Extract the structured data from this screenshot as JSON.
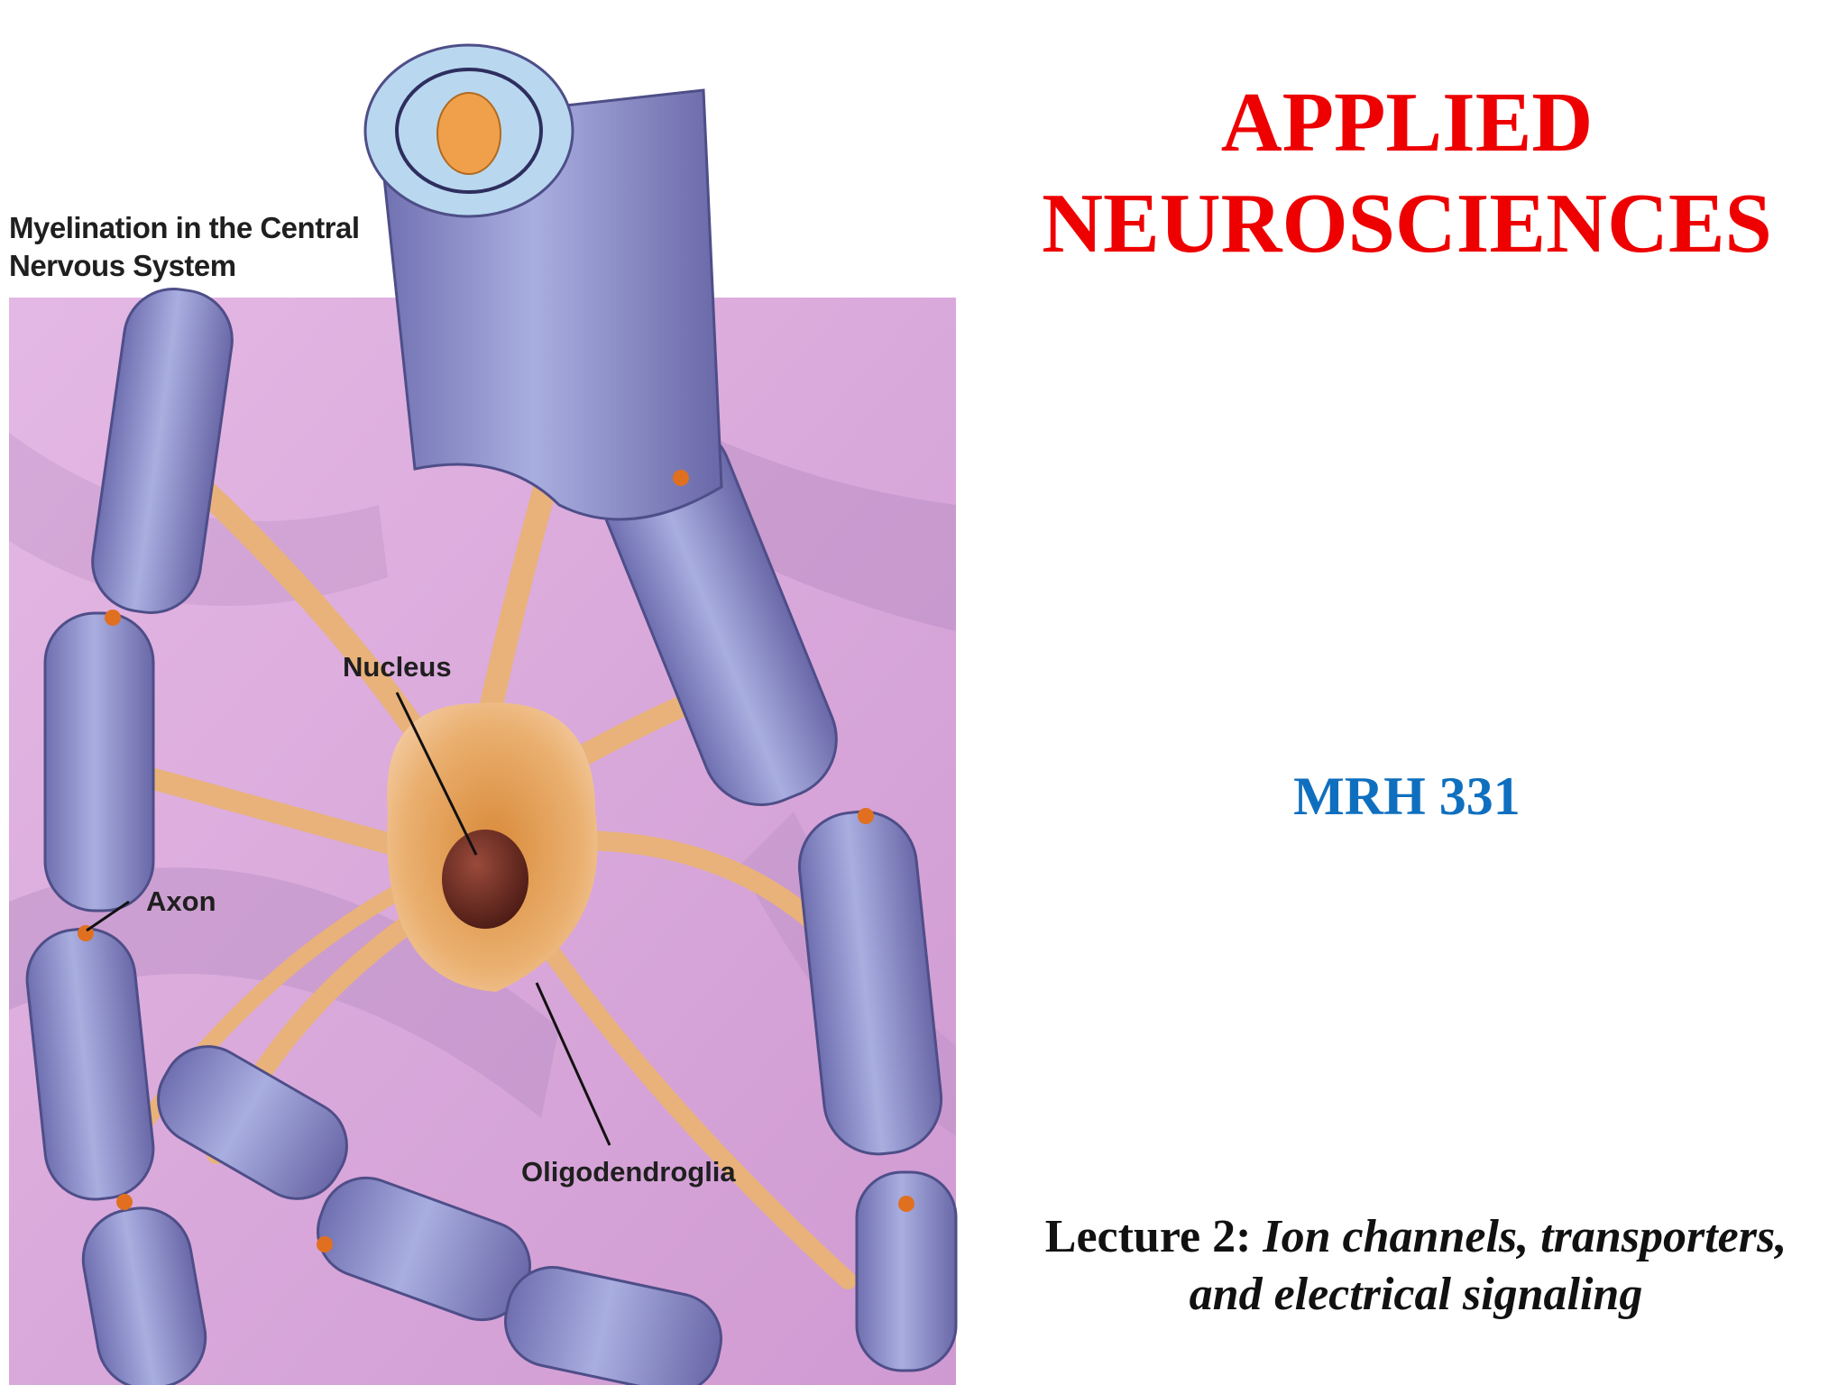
{
  "slide": {
    "title_line1": "APPLIED",
    "title_line2": "NEUROSCIENCES",
    "course_code": "MRH 331",
    "lecture_prefix": "Lecture 2:",
    "lecture_topic_line1": "Ion channels, transporters,",
    "lecture_topic_line2": "and electrical signaling"
  },
  "figure": {
    "caption_line1": "Myelination in the Central",
    "caption_line2": "Nervous System",
    "labels": {
      "nucleus": "Nucleus",
      "axon": "Axon",
      "oligodendroglia": "Oligodendroglia"
    }
  },
  "colors": {
    "title": "#ee0000",
    "course_code": "#0f6fbf",
    "background_tissue": "#d8a8d8",
    "myelin": "#8f90c8",
    "cell_body": "#e8a860",
    "nucleus": "#6e2d22"
  }
}
